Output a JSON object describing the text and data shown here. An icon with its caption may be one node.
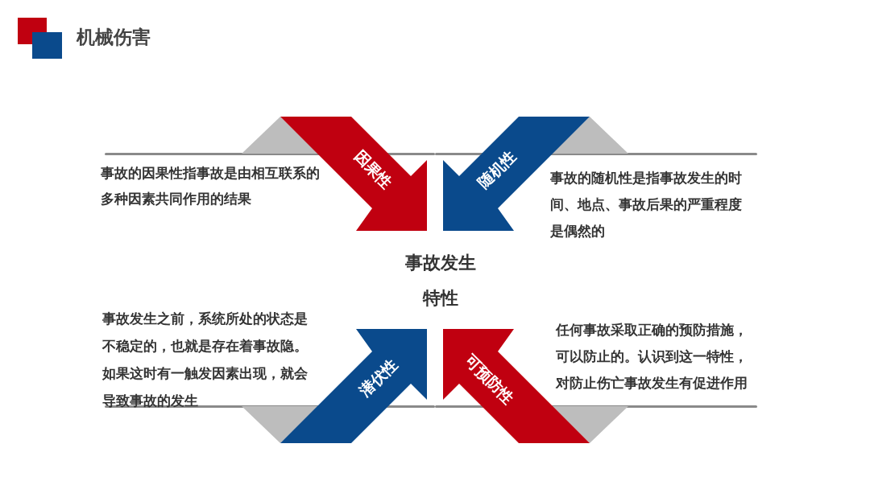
{
  "diagram": {
    "title": "机械伤害",
    "nodes": [
      {
        "text": [
          "因果性"
        ]
      },
      {
        "text": [
          "随机性"
        ]
      },
      {
        "text": [
          "事故发生特性"
        ]
      },
      {
        "text": [
          "潜伏性"
        ]
      },
      {
        "text": [
          "可预防性"
        ]
      }
    ],
    "labels": [
      "事故的因果性指事故是由相互联系的多种因素共同作用的结果",
      "事故的随机性是指事故发生的时间、地点、事故后果的严重程度是偶然的",
      "事故发生之前，系统所处的状态是不稳定的，也就是存在着事故隐。如果这时有一触发因素出现，就会导致事故的发生",
      "任何事故采取正确的预防措施，可以防止的。认识到这一特性，对防止伤亡事故发生有促进作用"
    ]
  }
}
